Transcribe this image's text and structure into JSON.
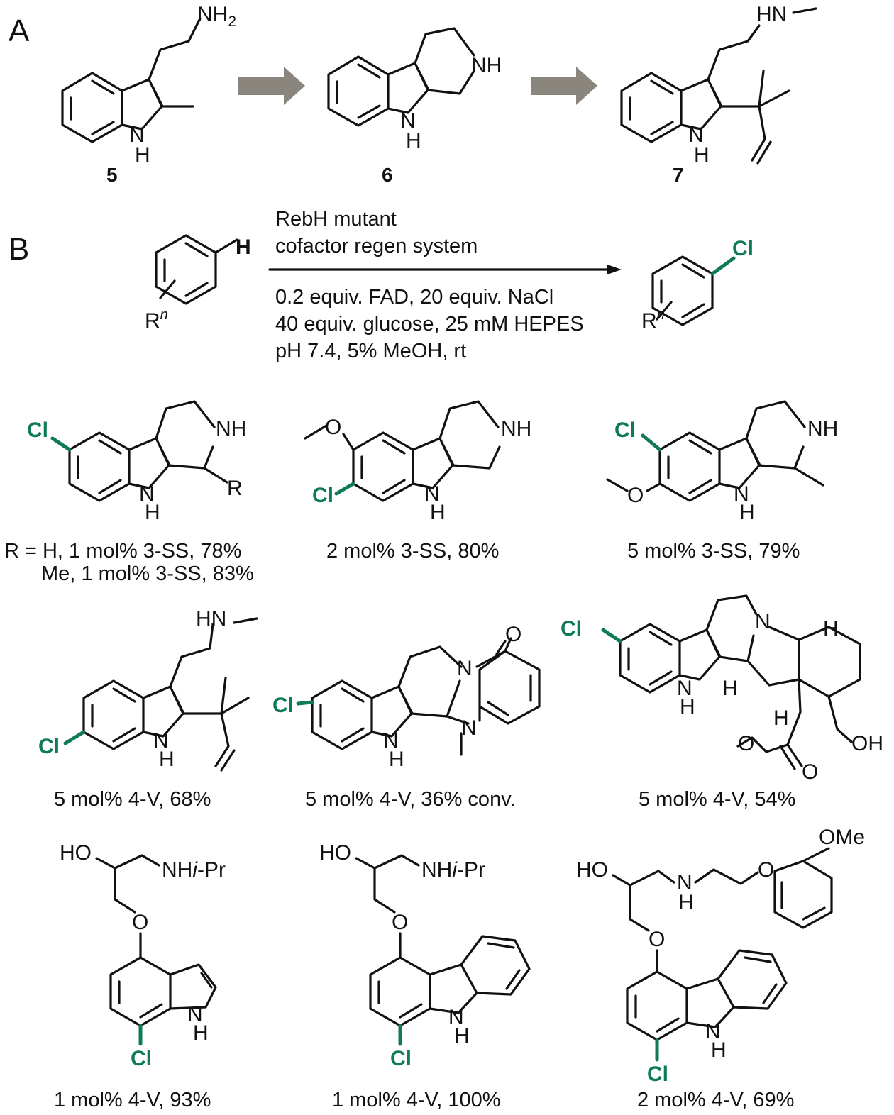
{
  "panels": {
    "a": "A",
    "b": "B"
  },
  "colors": {
    "chlorine": "#0f7a5a",
    "bond": "#111111",
    "block_arrow": "#8a867d"
  },
  "atoms": {
    "nh2": "NH",
    "nh2_sub": "2",
    "nh": "NH",
    "n": "N",
    "h": "H",
    "hn": "HN",
    "cl": "Cl",
    "o": "O",
    "oh": "OH",
    "ho": "HO",
    "ome": "OMe",
    "nhipr_prefix": "NH",
    "nhipr_italic": "i",
    "nhipr_suffix": "-Pr",
    "r": "R",
    "rn_base": "R",
    "rn_sup": "n"
  },
  "compounds_a": [
    "5",
    "6",
    "7"
  ],
  "conditions": {
    "above": [
      "RebH mutant",
      "cofactor regen system"
    ],
    "below": [
      "0.2 equiv. FAD, 20 equiv. NaCl",
      "40 equiv. glucose, 25 mM HEPES",
      "pH 7.4, 5% MeOH, rt"
    ]
  },
  "captions": {
    "c1a": "R = H, 1 mol% 3-SS, 78%",
    "c1b": "Me, 1 mol% 3-SS, 83%",
    "c2": "2 mol% 3-SS, 80%",
    "c3": "5 mol% 3-SS, 79%",
    "c4": "5 mol% 4-V, 68%",
    "c5": "5 mol% 4-V, 36% conv.",
    "c6": "5 mol% 4-V, 54%",
    "c7": "1 mol% 4-V, 93%",
    "c8": "1 mol% 4-V, 100%",
    "c9": "2 mol% 4-V, 69%"
  }
}
